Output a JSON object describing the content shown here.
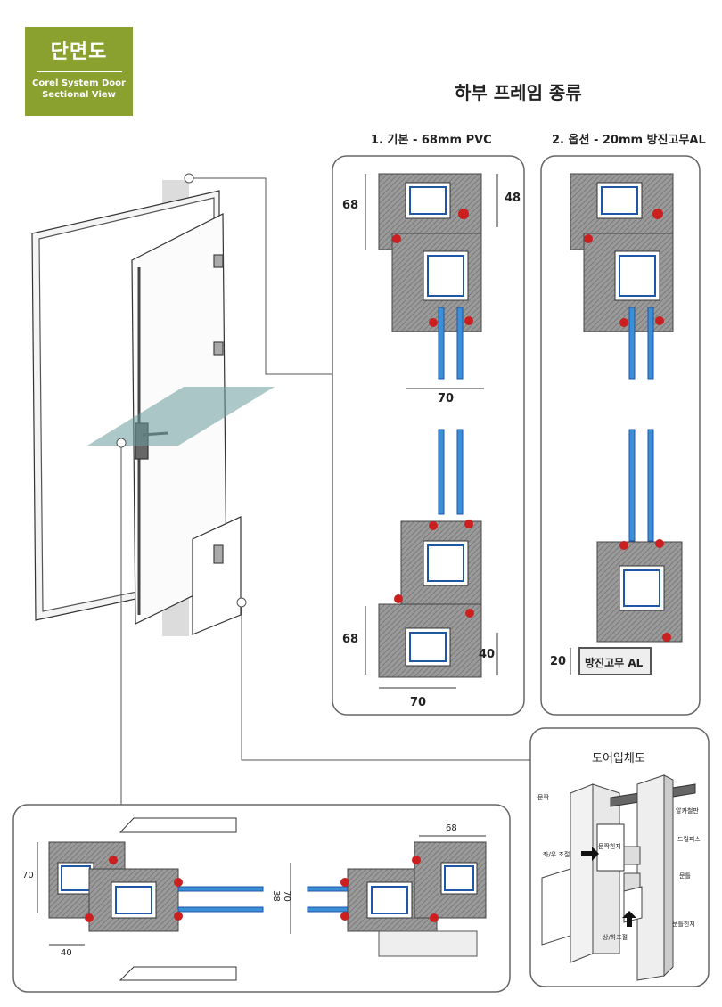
{
  "badge": {
    "title": "단면도",
    "line1": "Corel System Door",
    "line2": "Sectional View",
    "color": "#8aa130"
  },
  "heading": "하부 프레임 종류",
  "options": [
    {
      "label": "1. 기본 - 68mm PVC",
      "dims": {
        "a": "68",
        "b": "48",
        "c": "70",
        "d": "68",
        "e": "40",
        "f": "70"
      }
    },
    {
      "label": "2. 옵션 - 20mm 방진고무AL",
      "dims": {
        "a": "20"
      },
      "tag": "방진고무 AL"
    }
  ],
  "iso": {
    "title": "도어입체도",
    "labels": {
      "hinge": "문짝",
      "lr": "좌/우 조절",
      "hinge2": "문짝힌지",
      "plate": "알카철판",
      "bolt": "드릴피스",
      "frame": "문틀",
      "frame_hinge": "문틀힌지",
      "ud": "상/하조절"
    }
  },
  "bottom": {
    "d70": "70",
    "d40": "40",
    "d68": "68",
    "d70b": "70",
    "d38": "38"
  },
  "colors": {
    "profile": "#8f8f8f",
    "glass": "#3a8fd6",
    "gasket": "#cc1f1f",
    "accent": "#8aa130"
  }
}
